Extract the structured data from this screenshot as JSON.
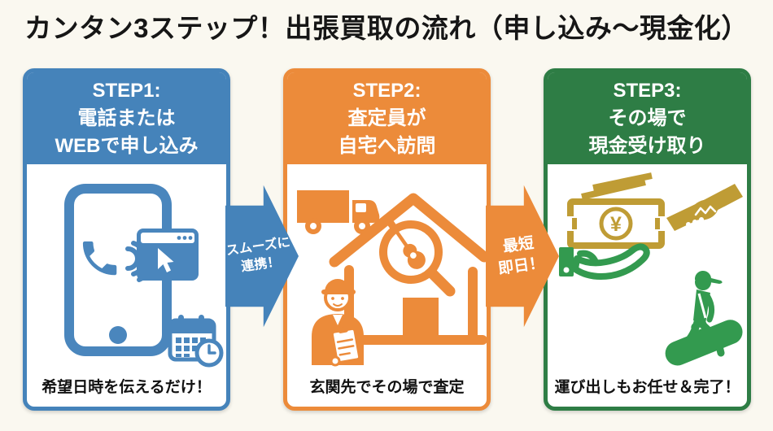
{
  "title": "カンタン3ステップ！出張買取の流れ（申し込み〜現金化）",
  "colors": {
    "background": "#faf8f0",
    "step1_blue": "#4583ba",
    "step2_orange": "#ec8b3a",
    "step3_green": "#2e7d45",
    "icon_gold": "#bf9c35",
    "icon_green": "#339a4f",
    "text_black": "#111111",
    "text_white": "#ffffff"
  },
  "steps": [
    {
      "title_lines": [
        "STEP1:",
        "電話または",
        "WEBで申し込み"
      ],
      "caption": "希望日時を伝えるだけ！",
      "icons": [
        "smartphone-icon",
        "phone-call-icon",
        "browser-cursor-icon",
        "calendar-clock-icon"
      ]
    },
    {
      "title_lines": [
        "STEP2:",
        "査定員が",
        "自宅へ訪問"
      ],
      "caption": "玄関先でその場で査定",
      "icons": [
        "truck-icon",
        "house-icon",
        "magnifier-guitar-icon",
        "appraiser-icon"
      ]
    },
    {
      "title_lines": [
        "STEP3:",
        "その場で",
        "現金受け取り"
      ],
      "caption": "運び出しもお任せ＆完了！",
      "yen_symbol": "¥",
      "icons": [
        "cash-icon",
        "handshake-icon",
        "open-hand-icon",
        "carry-out-guitar-icon"
      ]
    }
  ],
  "arrows": [
    {
      "label_lines": [
        "スムーズに",
        "連携！"
      ]
    },
    {
      "label_lines": [
        "最短",
        "即日！"
      ]
    }
  ]
}
